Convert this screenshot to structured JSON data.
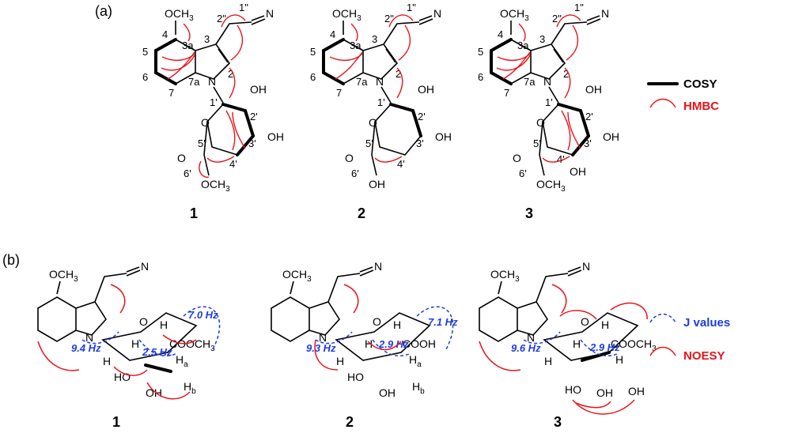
{
  "panels": {
    "a": "(a)",
    "b": "(b)"
  },
  "legend_a": {
    "cosy": "COSY",
    "hmbc": "HMBC"
  },
  "legend_b": {
    "j_values": "J values",
    "noesy": "NOESY"
  },
  "compounds": [
    {
      "number": "1",
      "substituents": {
        "methoxy": "OCH",
        "methoxy_sub": "3",
        "nitrile": "N",
        "ring_n": "N",
        "ring_o": "O",
        "oh_2": "OH",
        "oh_3": "OH",
        "carbonyl_o": "O",
        "ester": "OCH",
        "ester_sub": "3",
        "oh_4": ""
      },
      "locants": [
        "4",
        "3a",
        "3",
        "2\"",
        "1\"",
        "5",
        "6",
        "7",
        "7a",
        "2",
        "1'",
        "2'",
        "5'",
        "3'",
        "4'",
        "6'"
      ],
      "panel_b": {
        "acid_group": "COOCH",
        "acid_sub": "3",
        "j_labels": [
          "9.4 Hz",
          "2.5 Hz",
          "7.0 Hz"
        ],
        "h_labels": [
          "H",
          "H",
          "H",
          "H",
          "H"
        ],
        "ha": "a",
        "hb": "b",
        "oh_labels": [
          "HO",
          "OH"
        ]
      }
    },
    {
      "number": "2",
      "substituents": {
        "methoxy": "OCH",
        "methoxy_sub": "3",
        "nitrile": "N",
        "ring_n": "N",
        "ring_o": "O",
        "oh_2": "OH",
        "oh_3": "OH",
        "carbonyl_o": "O",
        "ester": "OH",
        "ester_sub": "",
        "oh_4": ""
      },
      "locants": [
        "4",
        "3a",
        "3",
        "2\"",
        "1\"",
        "5",
        "6",
        "7",
        "7a",
        "2",
        "1'",
        "2'",
        "5'",
        "3'",
        "4'",
        "6'"
      ],
      "panel_b": {
        "acid_group": "COOH",
        "acid_sub": "",
        "j_labels": [
          "9.3 Hz",
          "2.9 Hz",
          "7.1 Hz"
        ],
        "h_labels": [
          "H",
          "H",
          "H",
          "H",
          "H"
        ],
        "ha": "a",
        "hb": "b",
        "oh_labels": [
          "HO",
          "OH"
        ]
      }
    },
    {
      "number": "3",
      "substituents": {
        "methoxy": "OCH",
        "methoxy_sub": "3",
        "nitrile": "N",
        "ring_n": "N",
        "ring_o": "O",
        "oh_2": "OH",
        "oh_3": "OH",
        "carbonyl_o": "O",
        "ester": "OCH",
        "ester_sub": "3",
        "oh_4": "OH"
      },
      "locants": [
        "4",
        "3a",
        "3",
        "2\"",
        "1\"",
        "5",
        "6",
        "7",
        "7a",
        "2",
        "1'",
        "2'",
        "5'",
        "3'",
        "4'",
        "6'"
      ],
      "panel_b": {
        "acid_group": "COOCH",
        "acid_sub": "3",
        "j_labels": [
          "9.6 Hz",
          "2.9 Hz"
        ],
        "h_labels": [
          "H",
          "H",
          "H",
          "H"
        ],
        "ha": "",
        "hb": "",
        "oh_labels": [
          "HO",
          "OH",
          "OH"
        ]
      }
    }
  ],
  "colors": {
    "hmbc": "#e8141b",
    "noesy": "#e8141b",
    "j_values": "#1f3de0",
    "cosy": "#000000"
  }
}
